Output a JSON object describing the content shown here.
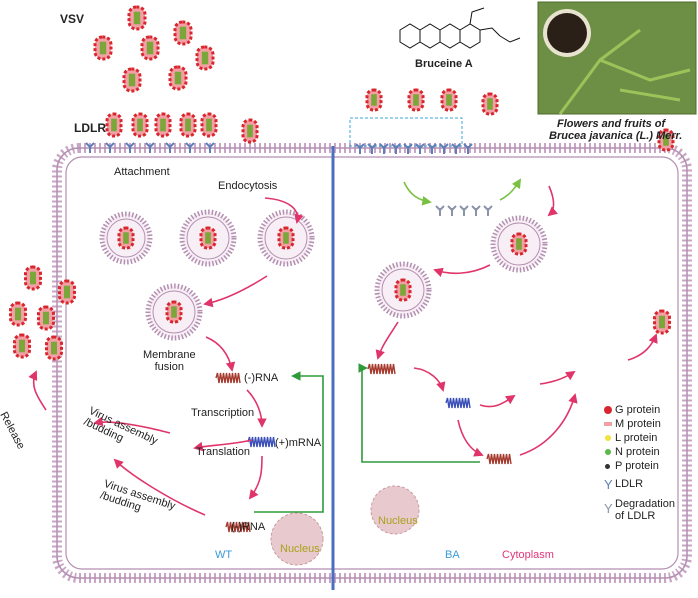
{
  "labels": {
    "vsv": "VSV",
    "ldlr": "LDLR",
    "compound": "Bruceine A",
    "photo_caption_1": "Flowers and fruits of",
    "photo_caption_2": "Brucea javanica (L.) Merr.",
    "attachment": "Attachment",
    "endocytosis": "Endocytosis",
    "membrane_fusion": "Membrane\nfusion",
    "neg_rna_top": "(-)RNA",
    "transcription": "Transcription",
    "pos_mrna": "(+)mRNA",
    "translation": "Translation",
    "neg_rna_bottom": "(-)RNA",
    "assembly_upper": "Virus assembly\n/budding",
    "assembly_lower": "Virus assembly\n/budding",
    "release": "Release",
    "nucleus_left": "Nucleus",
    "nucleus_right": "Nucleus",
    "wt": "WT",
    "ba": "BA",
    "cytoplasm": "Cytoplasm"
  },
  "legend": [
    {
      "text": "G protein",
      "symbol": "g-protein-icon",
      "color": "#d8262e"
    },
    {
      "text": "M protein",
      "symbol": "m-protein-icon",
      "color": "#f2a0a5"
    },
    {
      "text": "L protein",
      "symbol": "l-protein-icon",
      "color": "#f2e23a"
    },
    {
      "text": "N protein",
      "symbol": "n-protein-icon",
      "color": "#5bb84a"
    },
    {
      "text": "P protein",
      "symbol": "p-protein-icon",
      "color": "#333333"
    },
    {
      "text": "LDLR",
      "symbol": "ldlr-receptor-icon",
      "color": "#5f7fb8"
    },
    {
      "text": "Degradation\nof LDLR",
      "symbol": "degraded-ldlr-icon",
      "color": "#8a93a8"
    }
  ],
  "colors": {
    "membrane": "#b38fb0",
    "divider": "#4a6fc2",
    "pink_arrow": "#e0356a",
    "green_arrow": "#2e9a3a",
    "light_green_arrow": "#7ac143",
    "wt_text": "#3a9ad9",
    "ba_text": "#3a9ad9",
    "cytoplasm_text": "#e0357a",
    "nucleus_text": "#a9a11c"
  }
}
